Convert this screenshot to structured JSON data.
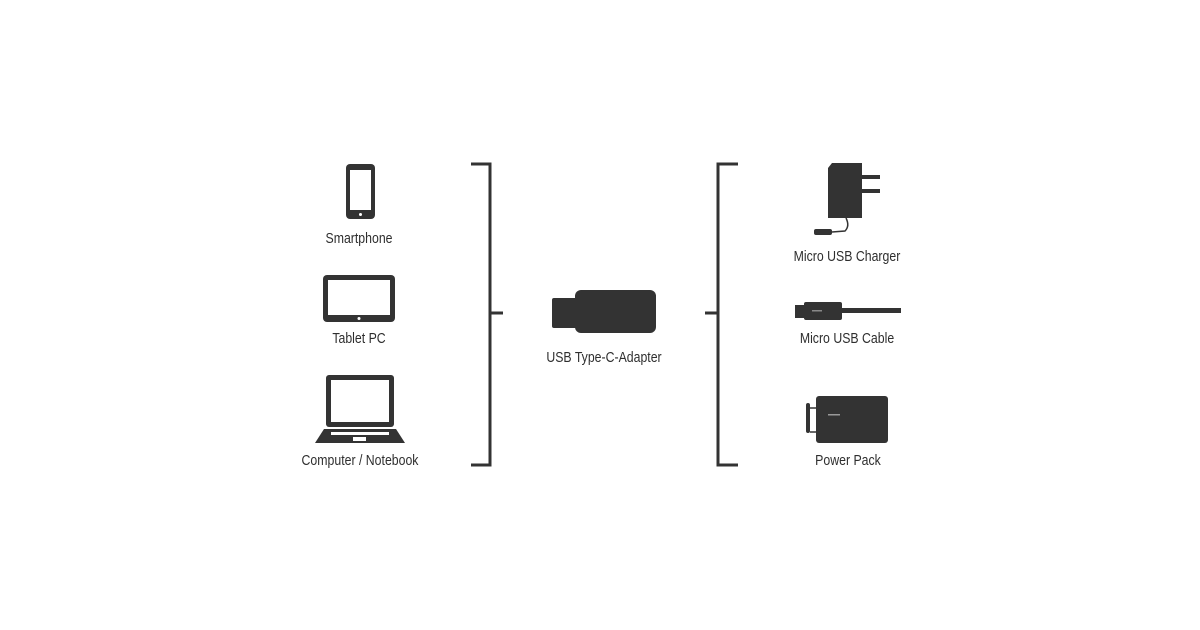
{
  "colors": {
    "ink": "#333333",
    "background": "#ffffff"
  },
  "left_devices": [
    {
      "label": "Smartphone",
      "icon": "smartphone-icon"
    },
    {
      "label": "Tablet PC",
      "icon": "tablet-icon"
    },
    {
      "label": "Computer / Notebook",
      "icon": "laptop-icon"
    }
  ],
  "center": {
    "label": "USB Type-C-Adapter",
    "icon": "usb-c-adapter-icon"
  },
  "right_devices": [
    {
      "label": "Micro USB Charger",
      "icon": "charger-icon"
    },
    {
      "label": "Micro USB Cable",
      "icon": "usb-cable-icon"
    },
    {
      "label": "Power Pack",
      "icon": "power-pack-icon"
    }
  ]
}
